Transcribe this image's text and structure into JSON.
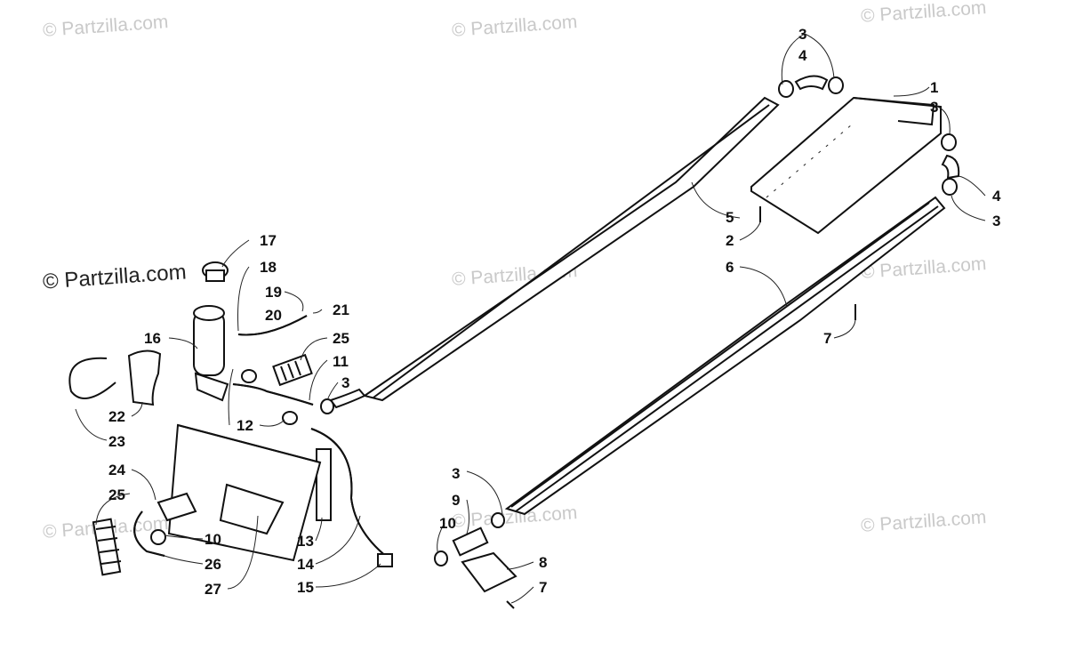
{
  "watermark": "© Partzilla.com",
  "callouts": {
    "c1": "1",
    "c2": "2",
    "c3a": "3",
    "c3b": "3",
    "c3c": "3",
    "c3d": "3",
    "c3e": "3",
    "c4a": "4",
    "c4b": "4",
    "c5": "5",
    "c6": "6",
    "c7a": "7",
    "c7b": "7",
    "c8": "8",
    "c9": "9",
    "c10a": "10",
    "c10b": "10",
    "c11": "11",
    "c12": "12",
    "c13": "13",
    "c14": "14",
    "c15": "15",
    "c16": "16",
    "c17": "17",
    "c18": "18",
    "c19": "19",
    "c20": "20",
    "c21": "21",
    "c22": "22",
    "c23": "23",
    "c24": "24",
    "c25a": "25",
    "c25b": "25",
    "c26": "26",
    "c27": "27"
  }
}
